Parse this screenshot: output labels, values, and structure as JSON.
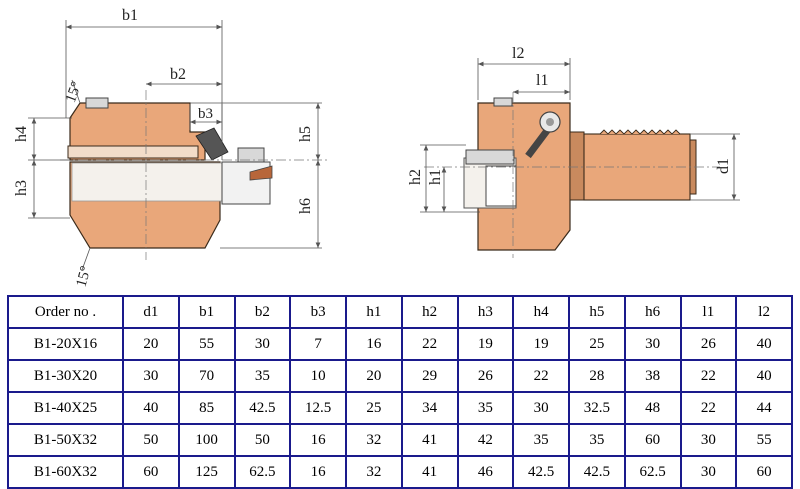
{
  "drawing": {
    "front": {
      "b1": "b1",
      "b2": "b2",
      "b3": "b3",
      "h3": "h3",
      "h4": "h4",
      "h5": "h5",
      "h6": "h6",
      "angle_top": "15°",
      "angle_bottom": "15°"
    },
    "side": {
      "l1": "l1",
      "l2": "l2",
      "h1": "h1",
      "h2": "h2",
      "d1": "d1"
    },
    "colors": {
      "body": "#e9a77a",
      "body_dark": "#c98a5e",
      "metal": "#d8d8d8",
      "dims": "#555555"
    }
  },
  "table": {
    "headers": [
      "Order no .",
      "d1",
      "b1",
      "b2",
      "b3",
      "h1",
      "h2",
      "h3",
      "h4",
      "h5",
      "h6",
      "l1",
      "l2"
    ],
    "rows": [
      [
        "B1-20X16",
        "20",
        "55",
        "30",
        "7",
        "16",
        "22",
        "19",
        "19",
        "25",
        "30",
        "26",
        "40"
      ],
      [
        "B1-30X20",
        "30",
        "70",
        "35",
        "10",
        "20",
        "29",
        "26",
        "22",
        "28",
        "38",
        "22",
        "40"
      ],
      [
        "B1-40X25",
        "40",
        "85",
        "42.5",
        "12.5",
        "25",
        "34",
        "35",
        "30",
        "32.5",
        "48",
        "22",
        "44"
      ],
      [
        "B1-50X32",
        "50",
        "100",
        "50",
        "16",
        "32",
        "41",
        "42",
        "35",
        "35",
        "60",
        "30",
        "55"
      ],
      [
        "B1-60X32",
        "60",
        "125",
        "62.5",
        "16",
        "32",
        "41",
        "46",
        "42.5",
        "42.5",
        "62.5",
        "30",
        "60"
      ]
    ]
  }
}
